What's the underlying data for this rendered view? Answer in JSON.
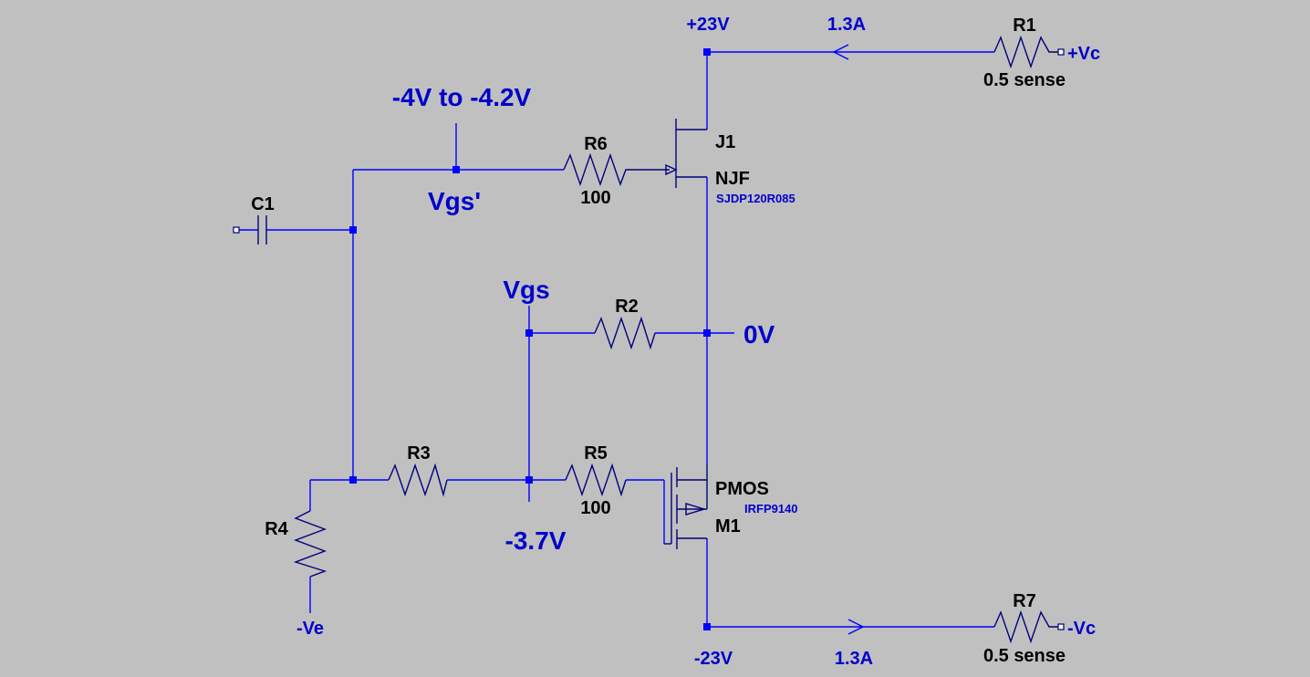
{
  "net_labels": {
    "vgs_prime_range": "-4V to -4.2V",
    "vgs_prime": "Vgs'",
    "vgs": "Vgs",
    "zero_v": "0V",
    "minus_3_7v": "-3.7V",
    "plus_23v": "+23V",
    "minus_23v": "-23V",
    "current_top": "1.3A",
    "current_bottom": "1.3A",
    "plus_vc": "+Vc",
    "minus_vc": "-Vc",
    "minus_ve": "-Ve"
  },
  "components": {
    "r1": {
      "ref": "R1",
      "value": "0.5 sense"
    },
    "r2": {
      "ref": "R2"
    },
    "r3": {
      "ref": "R3"
    },
    "r4": {
      "ref": "R4"
    },
    "r5": {
      "ref": "R5",
      "value": "100"
    },
    "r6": {
      "ref": "R6",
      "value": "100"
    },
    "r7": {
      "ref": "R7",
      "value": "0.5 sense"
    },
    "c1": {
      "ref": "C1"
    },
    "j1": {
      "ref": "J1",
      "type": "NJF",
      "part": "SJDP120R085"
    },
    "m1": {
      "ref": "M1",
      "type": "PMOS",
      "part": "IRFP9140"
    }
  },
  "colors": {
    "background": "#c0c0c0",
    "wire": "#0000ff",
    "symbol": "#00007a",
    "label_blue": "#0000cc",
    "label_black": "#000000"
  }
}
